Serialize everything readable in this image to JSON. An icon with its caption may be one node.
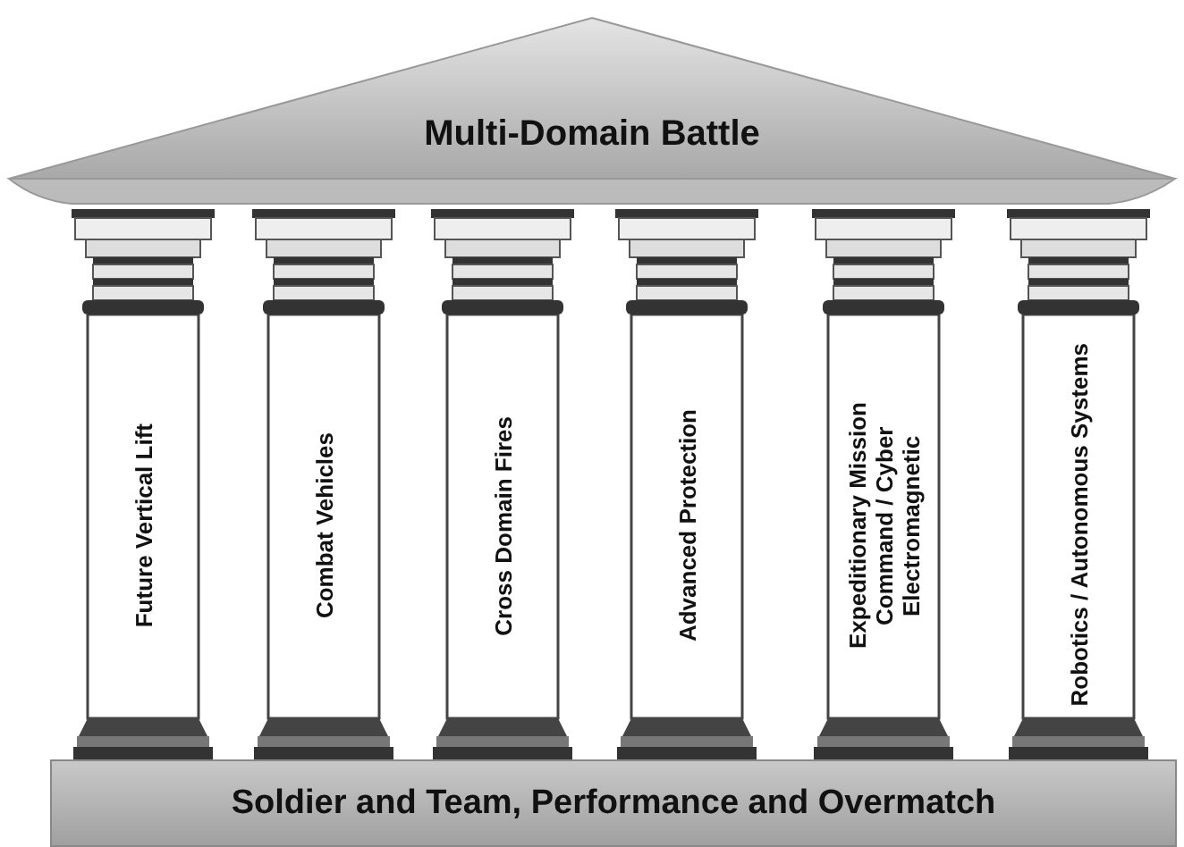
{
  "diagram": {
    "nodes": [
      {
        "text": [
          "Multi-Domain Battle"
        ]
      },
      {
        "text": [
          "Future Vertical Lift"
        ]
      },
      {
        "text": [
          "Combat Vehicles"
        ]
      },
      {
        "text": [
          "Cross Domain Fires"
        ]
      },
      {
        "text": [
          "Advanced Protection"
        ]
      },
      {
        "text": [
          "Expeditionary Mission Command / Cyber Electromagnetic"
        ]
      },
      {
        "text": [
          "Robotics / Autonomous Systems"
        ]
      },
      {
        "text": [
          "Soldier and Team, Performance and Overmatch"
        ]
      }
    ],
    "edges": []
  }
}
